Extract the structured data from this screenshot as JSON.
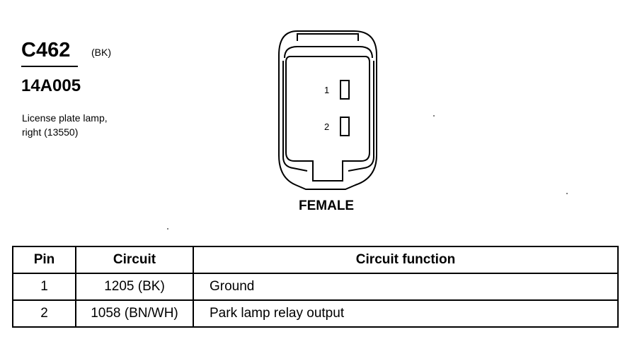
{
  "connector": {
    "id": "C462",
    "color": "(BK)",
    "part_number": "14A005",
    "description_line1": "License plate lamp,",
    "description_line2": "right (13550)",
    "gender": "FEMALE",
    "pins": [
      {
        "label": "1"
      },
      {
        "label": "2"
      }
    ]
  },
  "table": {
    "headers": {
      "pin": "Pin",
      "circuit": "Circuit",
      "function": "Circuit function"
    },
    "rows": [
      {
        "pin": "1",
        "circuit": "1205 (BK)",
        "function": "Ground"
      },
      {
        "pin": "2",
        "circuit": "1058 (BN/WH)",
        "function": "Park lamp relay output"
      }
    ]
  }
}
